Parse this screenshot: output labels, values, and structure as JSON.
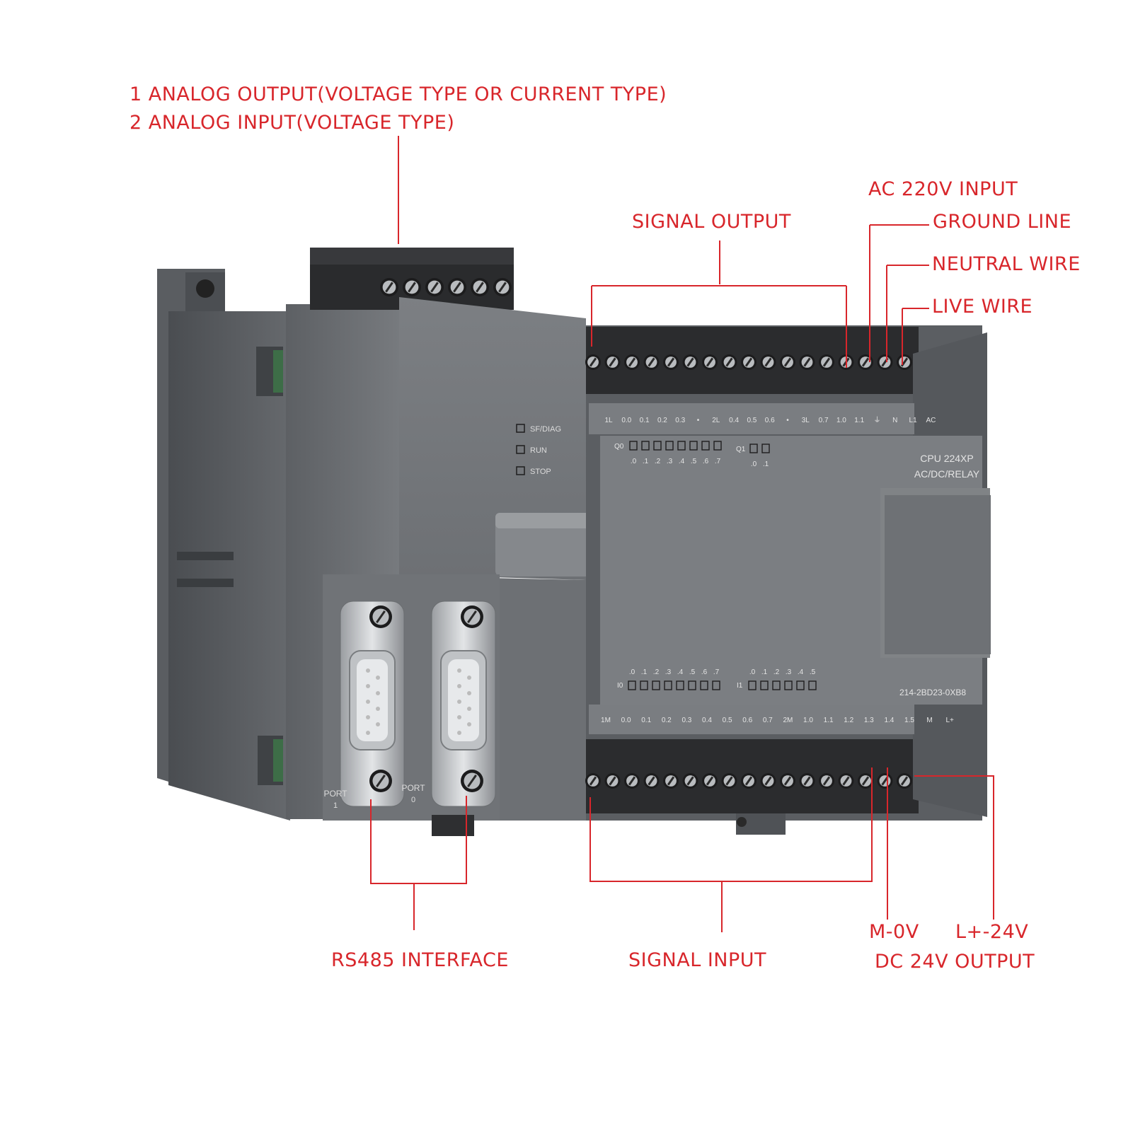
{
  "colors": {
    "annotation": "#d8262b",
    "housing": "#6b6e72",
    "housing_dark": "#4f5256",
    "terminal": "#2b2c2e",
    "faceplate": "#8c8f93"
  },
  "callouts": {
    "analog_line1": "1 ANALOG OUTPUT(VOLTAGE TYPE OR CURRENT TYPE)",
    "analog_line2": "2 ANALOG INPUT(VOLTAGE TYPE)",
    "ac_input": "AC 220V INPUT",
    "signal_output": "SIGNAL OUTPUT",
    "ground_line": "GROUND LINE",
    "neutral_wire": "NEUTRAL WIRE",
    "live_wire": "LIVE WIRE",
    "rs485": "RS485 INTERFACE",
    "signal_input": "SIGNAL INPUT",
    "m_0v": "M-0V",
    "l_24v": "L+-24V",
    "dc_output": "DC 24V OUTPUT"
  },
  "device": {
    "model_line1": "CPU 224XP",
    "model_line2": "AC/DC/RELAY",
    "part_number": "214-2BD23-0XB8",
    "status_leds": [
      "SF/DIAG",
      "RUN",
      "STOP"
    ],
    "port1_label": [
      "PORT",
      "1"
    ],
    "port0_label": [
      "PORT",
      "0"
    ],
    "top_strip_labels": [
      "1L",
      "0.0",
      "0.1",
      "0.2",
      "0.3",
      "•",
      "2L",
      "0.4",
      "0.5",
      "0.6",
      "•",
      "3L",
      "0.7",
      "1.0",
      "1.1",
      "⏚",
      "N",
      "L1",
      "AC"
    ],
    "bottom_strip_labels": [
      "1M",
      "0.0",
      "0.1",
      "0.2",
      "0.3",
      "0.4",
      "0.5",
      "0.6",
      "0.7",
      "2M",
      "1.0",
      "1.1",
      "1.2",
      "1.3",
      "1.4",
      "1.5",
      "M",
      "L+"
    ],
    "q0_label": "Q0",
    "q1_label": "Q1",
    "q0_led_labels": [
      ".0",
      ".1",
      ".2",
      ".3",
      ".4",
      ".5",
      ".6",
      ".7"
    ],
    "q1_led_labels": [
      ".0",
      ".1"
    ],
    "i0_label": "I0",
    "i1_label": "I1",
    "i0_led_labels": [
      ".0",
      ".1",
      ".2",
      ".3",
      ".4",
      ".5",
      ".6",
      ".7"
    ],
    "i1_led_labels": [
      ".0",
      ".1",
      ".2",
      ".3",
      ".4",
      ".5"
    ]
  }
}
